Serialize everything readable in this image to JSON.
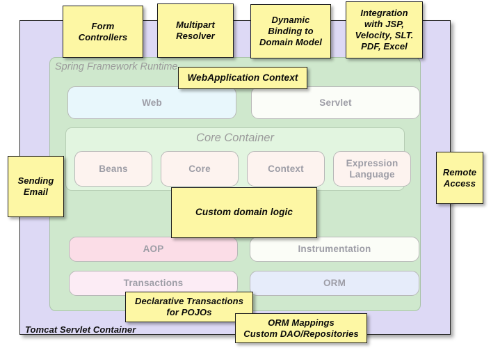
{
  "diagram": {
    "title": "Spring Framework Runtime architecture with annotations",
    "colors": {
      "outer_container": "#ddd9f5",
      "runtime": "#cfe8cd",
      "core_container": "#e2f5e0",
      "note": "#fdf7a4",
      "module_text": "#9d9da6",
      "heading_text": "#9b9b9b"
    }
  },
  "outer": {
    "label": "Tomcat Servlet Container"
  },
  "runtime": {
    "label": "Spring Framework Runtime"
  },
  "core_container": {
    "label": "Core Container",
    "modules": [
      {
        "label": "Beans",
        "color": "#fdf3ef"
      },
      {
        "label": "Core",
        "color": "#fdf3ef"
      },
      {
        "label": "Context",
        "color": "#fdf3ef"
      },
      {
        "label": "Expression\nLanguage",
        "color": "#fdf3ef"
      }
    ]
  },
  "top_modules": [
    {
      "label": "Web",
      "color": "#e8f7fc"
    },
    {
      "label": "Servlet",
      "color": "#fbfdf8"
    }
  ],
  "middle_modules": [
    {
      "label": "AOP",
      "color": "#fbdde7"
    },
    {
      "label": "Instrumentation",
      "color": "#fbfdf7"
    }
  ],
  "bottom_modules": [
    {
      "label": "Transactions",
      "color": "#fcecf5"
    },
    {
      "label": "ORM",
      "color": "#e6ecfa"
    }
  ],
  "notes": [
    {
      "id": "form-controllers",
      "text": "Form\nControllers"
    },
    {
      "id": "multipart-resolver",
      "text": "Multipart\nResolver"
    },
    {
      "id": "dynamic-binding",
      "text": "Dynamic\nBinding to\nDomain Model"
    },
    {
      "id": "integration-views",
      "text": "Integration\nwith JSP,\nVelocity, SLT.\nPDF, Excel"
    },
    {
      "id": "webapplication-context",
      "text": "WebApplication Context"
    },
    {
      "id": "sending-email",
      "text": "Sending\nEmail"
    },
    {
      "id": "remote-access",
      "text": "Remote\nAccess"
    },
    {
      "id": "custom-domain-logic",
      "text": "Custom domain logic"
    },
    {
      "id": "declarative-transactions",
      "text": "Declarative Transactions\nfor POJOs"
    },
    {
      "id": "orm-mappings",
      "text": "ORM Mappings\nCustom DAO/Repositories"
    }
  ]
}
